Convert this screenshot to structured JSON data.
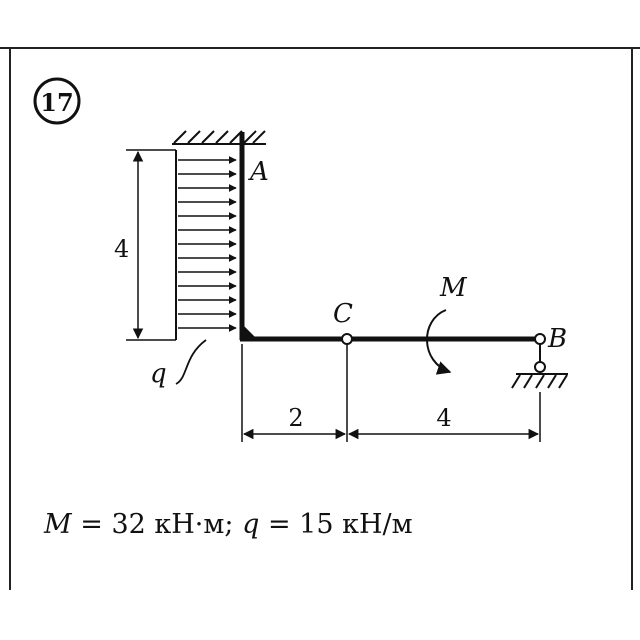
{
  "problem_number": "17",
  "labels": {
    "point_a": "A",
    "point_b": "B",
    "point_c": "C",
    "moment": "M",
    "load": "q",
    "dim_vertical": "4",
    "dim_ac": "2",
    "dim_cb": "4"
  },
  "formula": {
    "m_symbol": "M",
    "m_rest": " = 32 кН·м; ",
    "q_symbol": "q",
    "q_rest": " = 15 кН/м"
  }
}
